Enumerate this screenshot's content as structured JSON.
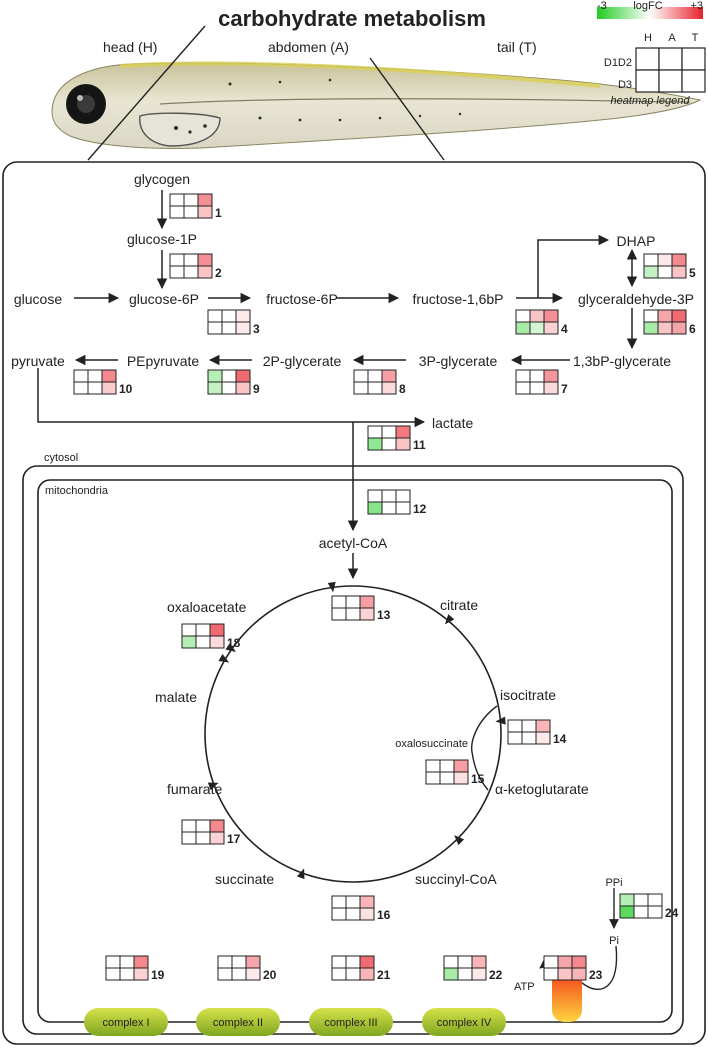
{
  "title": "carbohydrate metabolism",
  "regions": {
    "head": "head (H)",
    "abdomen": "abdomen (A)",
    "tail": "tail (T)"
  },
  "legend": {
    "min": "-3",
    "label": "logFC",
    "max": "+3",
    "columns": [
      "H",
      "A",
      "T"
    ],
    "rows": [
      "D1D2",
      "D3"
    ],
    "caption": "heatmap legend",
    "colors": {
      "negative": "#22cc22",
      "neutral": "#ffffff",
      "positive": "#e8202a"
    }
  },
  "compartments": {
    "cytosol": "cytosol",
    "mitochondria": "mitochondria"
  },
  "metabolites": {
    "glycogen": "glycogen",
    "glucose1p": "glucose-1P",
    "glucose": "glucose",
    "glucose6p": "glucose-6P",
    "fructose6p": "fructose-6P",
    "fructose16bp": "fructose-1,6bP",
    "dhap": "DHAP",
    "g3p": "glyceraldehyde-3P",
    "bpg13": "1,3bP-glycerate",
    "pg3": "3P-glycerate",
    "pg2": "2P-glycerate",
    "pep": "PEpyruvate",
    "pyruvate": "pyruvate",
    "lactate": "lactate",
    "acetylcoa": "acetyl-CoA",
    "citrate": "citrate",
    "isocitrate": "isocitrate",
    "oxalosuccinate": "oxalosuccinate",
    "akg": "α-ketoglutarate",
    "succinylcoa": "succinyl-CoA",
    "succinate": "succinate",
    "fumarate": "fumarate",
    "malate": "malate",
    "oxaloacetate": "oxaloacetate",
    "ppi": "PPi",
    "pi": "Pi",
    "atp": "ATP"
  },
  "complexes": [
    "complex I",
    "complex II",
    "complex III",
    "complex IV"
  ],
  "heatmaps": [
    {
      "id": "1",
      "values": [
        [
          0,
          0,
          1.5
        ],
        [
          0,
          0,
          0.8
        ]
      ]
    },
    {
      "id": "2",
      "values": [
        [
          0,
          0,
          1.5
        ],
        [
          0,
          0,
          0.8
        ]
      ]
    },
    {
      "id": "3",
      "values": [
        [
          0,
          0,
          0.3
        ],
        [
          0,
          0,
          0.3
        ]
      ]
    },
    {
      "id": "4",
      "values": [
        [
          0,
          0.8,
          1.5
        ],
        [
          -1.2,
          -0.6,
          0.6
        ]
      ]
    },
    {
      "id": "5",
      "values": [
        [
          0,
          0.3,
          1.6
        ],
        [
          -0.8,
          0,
          0.8
        ]
      ]
    },
    {
      "id": "6",
      "values": [
        [
          0,
          1.2,
          2.0
        ],
        [
          -1.2,
          0.8,
          1.2
        ]
      ]
    },
    {
      "id": "7",
      "values": [
        [
          0,
          0,
          1.4
        ],
        [
          0,
          0,
          0.5
        ]
      ]
    },
    {
      "id": "8",
      "values": [
        [
          0,
          0,
          1.3
        ],
        [
          0,
          0,
          0.5
        ]
      ]
    },
    {
      "id": "9",
      "values": [
        [
          -1.0,
          0,
          2.0
        ],
        [
          -0.8,
          0,
          0.8
        ]
      ]
    },
    {
      "id": "10",
      "values": [
        [
          0,
          0,
          1.6
        ],
        [
          0,
          0,
          0.7
        ]
      ]
    },
    {
      "id": "11",
      "values": [
        [
          0,
          0,
          1.8
        ],
        [
          -1.5,
          0,
          0.8
        ]
      ]
    },
    {
      "id": "12",
      "values": [
        [
          0,
          0,
          0
        ],
        [
          -1.6,
          0,
          0
        ]
      ]
    },
    {
      "id": "13",
      "values": [
        [
          0,
          0,
          1.3
        ],
        [
          0,
          0,
          0.6
        ]
      ]
    },
    {
      "id": "14",
      "values": [
        [
          0,
          0,
          1.0
        ],
        [
          0,
          0,
          0.3
        ]
      ]
    },
    {
      "id": "15",
      "values": [
        [
          0,
          0,
          1.3
        ],
        [
          0,
          0,
          0.4
        ]
      ]
    },
    {
      "id": "16",
      "values": [
        [
          0,
          0,
          1.0
        ],
        [
          0,
          0,
          0.4
        ]
      ]
    },
    {
      "id": "17",
      "values": [
        [
          0,
          0,
          1.6
        ],
        [
          0,
          0,
          0.6
        ]
      ]
    },
    {
      "id": "18",
      "values": [
        [
          0,
          0,
          2.0
        ],
        [
          -1.0,
          0,
          0.5
        ]
      ]
    },
    {
      "id": "19",
      "values": [
        [
          0,
          0,
          1.6
        ],
        [
          0,
          0,
          0.6
        ]
      ]
    },
    {
      "id": "20",
      "values": [
        [
          0,
          0,
          1.2
        ],
        [
          0,
          0,
          0.3
        ]
      ]
    },
    {
      "id": "21",
      "values": [
        [
          0,
          0,
          2.0
        ],
        [
          0,
          0,
          1.0
        ]
      ]
    },
    {
      "id": "22",
      "values": [
        [
          0,
          0,
          1.0
        ],
        [
          -1.2,
          0,
          0.3
        ]
      ]
    },
    {
      "id": "23",
      "values": [
        [
          0,
          1.2,
          1.6
        ],
        [
          0,
          0.8,
          1.0
        ]
      ]
    },
    {
      "id": "24",
      "values": [
        [
          -1.0,
          0,
          0
        ],
        [
          -2.2,
          0,
          0
        ]
      ]
    }
  ]
}
